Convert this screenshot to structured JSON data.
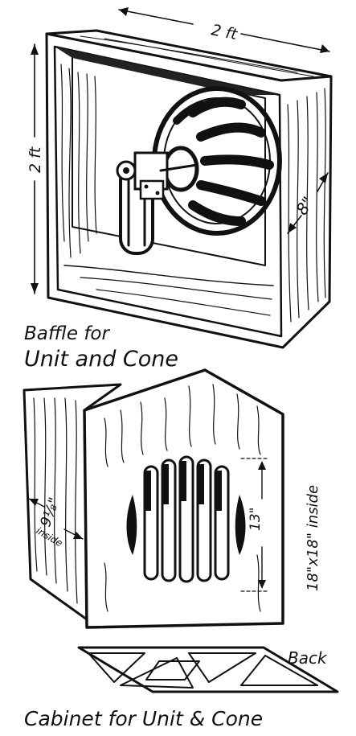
{
  "top_figure": {
    "width_dim": "2 ft",
    "height_dim": "2 ft",
    "depth_dim": "8\"",
    "caption_line1": "Baffle for",
    "caption_line2": "Unit and Cone"
  },
  "bottom_figure": {
    "inside_dim": "9⅛\"",
    "inside_word": "inside",
    "grille_height": "13\"",
    "face_dim": "18\"x18\" inside",
    "back_label": "Back",
    "caption": "Cabinet for Unit & Cone"
  }
}
